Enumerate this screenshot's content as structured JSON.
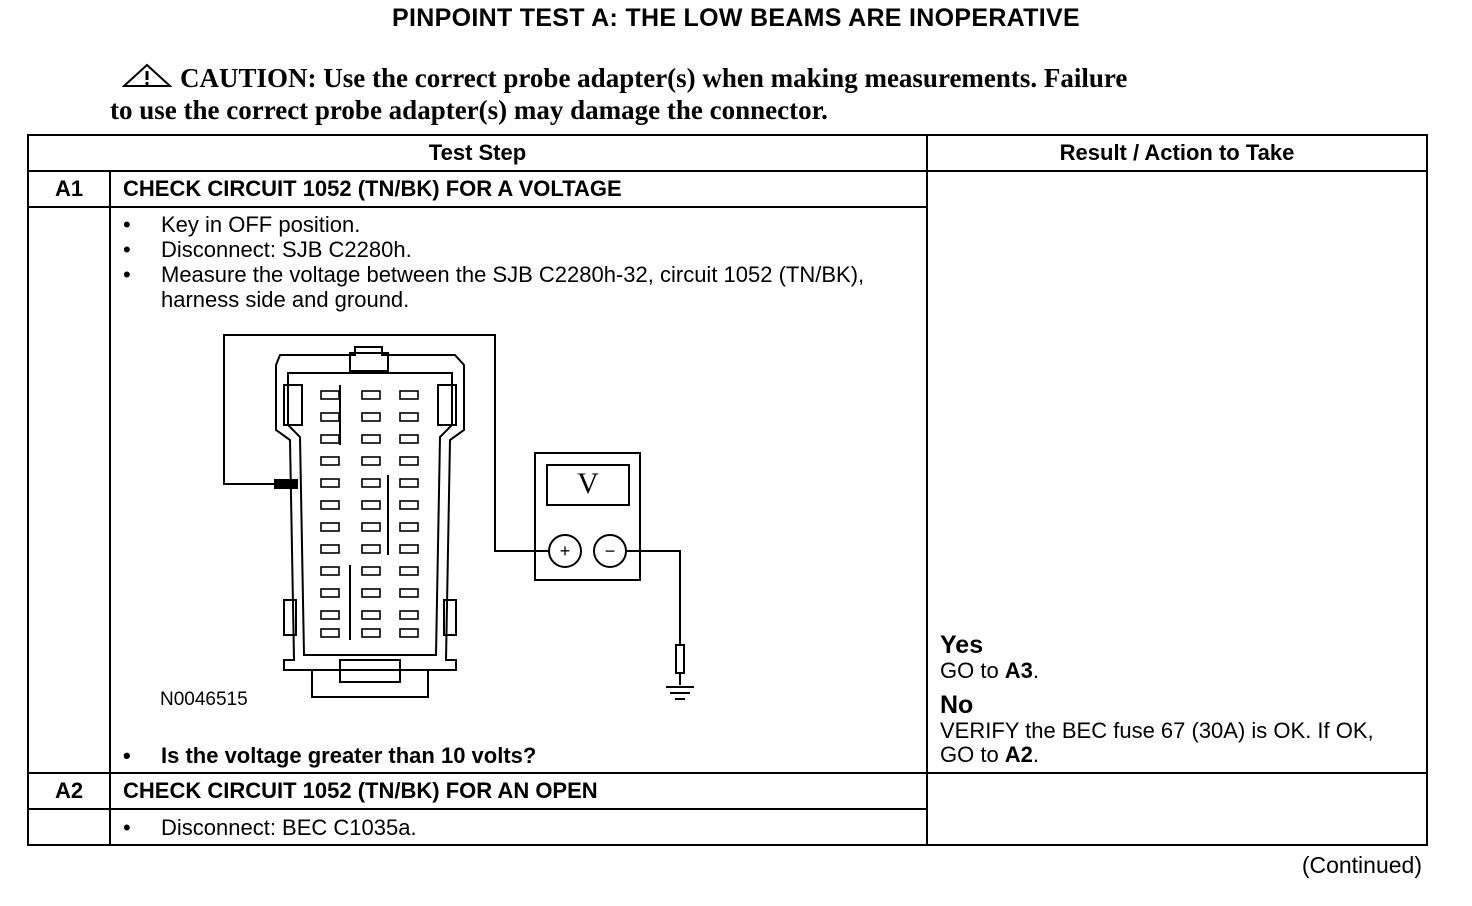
{
  "title": "PINPOINT TEST A: THE LOW BEAMS ARE INOPERATIVE",
  "caution": {
    "icon": "warning-triangle-icon",
    "label": "CAUTION:",
    "line1": "Use the correct probe adapter(s) when making measurements. Failure",
    "line2": "to use the correct probe adapter(s) may damage the connector."
  },
  "table": {
    "headers": {
      "test_step": "Test Step",
      "result": "Result / Action to Take"
    },
    "steps": [
      {
        "id": "A1",
        "heading": "CHECK CIRCUIT 1052 (TN/BK) FOR A VOLTAGE",
        "instructions": [
          "Key in OFF position.",
          "Disconnect: SJB C2280h.",
          "Measure the voltage between the SJB C2280h-32, circuit 1052 (TN/BK), harness side and ground."
        ],
        "figure_id": "N0046515",
        "meter_symbol": "V",
        "question": "Is the voltage greater than 10 volts?",
        "results": {
          "yes_label": "Yes",
          "yes_text": "GO to ",
          "yes_ref": "A3",
          "no_label": "No",
          "no_text": "VERIFY the BEC fuse 67 (30A) is OK. If OK, GO to ",
          "no_ref": "A2"
        }
      },
      {
        "id": "A2",
        "heading": "CHECK CIRCUIT 1052 (TN/BK) FOR AN OPEN",
        "instructions": [
          "Disconnect: BEC C1035a."
        ]
      }
    ]
  },
  "footer": "(Continued)"
}
